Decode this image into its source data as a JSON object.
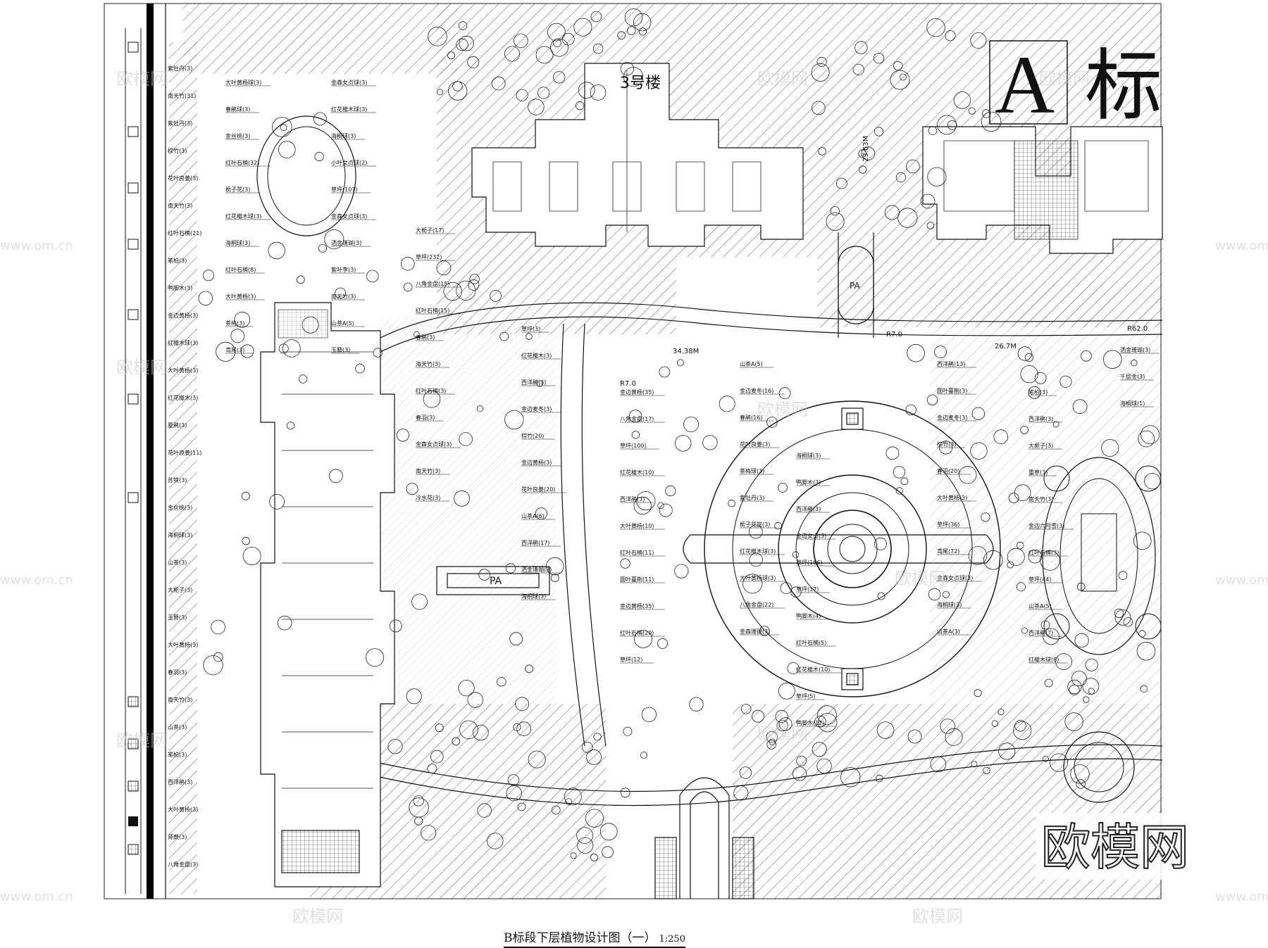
{
  "drawing": {
    "caption": "B标段下层植物设计图（一）",
    "scale": "1:250",
    "zone_letter": "A",
    "zone_char": "标",
    "building_label": "3号楼",
    "parking_label": "PA",
    "dims": [
      "23.63M",
      "34.38M",
      "26.7M",
      "R62.0",
      "R7.0",
      "R7.0"
    ]
  },
  "watermarks": {
    "small": "欧模网",
    "domain": "www.om.cn",
    "big": "欧模网"
  },
  "plant_labels": [
    "大叶黄杨球(3)",
    "春鹃球(3)",
    "金丝桃(3)",
    "红叶石楠(32)",
    "栀子花(3)",
    "红花檵木球(3)",
    "海桐球(3)",
    "红叶石楠(8)",
    "大叶黄杨(3)",
    "茶梅(3)",
    "鸢尾(3)",
    "金森女贞球(3)",
    "红花檵木球(3)",
    "海桐球(3)",
    "小叶女贞球(2)",
    "草坪(107)",
    "金森女贞球(3)",
    "洒金珊瑚(3)",
    "紫叶李(3)",
    "南天竹(3)",
    "山茶A(5)",
    "玉簪(3)",
    "大栀子(17)",
    "草坪(232)",
    "八角金盘(15)",
    "红叶石楠(15)",
    "春鹃(3)",
    "海天竹(3)",
    "红叶石楠(3)",
    "春羽(3)",
    "金森女贞球(3)",
    "南天竹(3)",
    "冷水花(3)",
    "草坪(3)",
    "红花檵木(3)",
    "西洋鹃(3)",
    "金边麦冬(3)",
    "棕竹(20)",
    "金边黄杨(3)",
    "花叶良姜(20)",
    "山茶A(6)",
    "西洋鹃(17)",
    "洒金珊瑚(3)",
    "海桐球(3)",
    "金边黄杨(35)",
    "八角金盘(17)",
    "草坪(100)",
    "红花檵木(10)",
    "西洋鹃(3)",
    "大叶黄杨(10)",
    "红叶石楠(11)",
    "圆叶蔓荆(11)",
    "金边黄杨(35)",
    "红叶石楠(20)",
    "草坪(12)",
    "山茶A(5)",
    "金边麦冬(16)",
    "春鹃(16)",
    "花叶良姜(3)",
    "茶梅球(3)",
    "紫牡丹(3)",
    "栀子花篮(3)",
    "红花檵木球(3)",
    "大叶黄杨球(3)",
    "八角金盘(22)",
    "金森珊瑚(3)",
    "海桐球(3)",
    "鸭脚木(3)",
    "西洋鹃(3)",
    "金边女贞(3)",
    "草坪(186)",
    "草坪(17)",
    "鸭脚木(4)",
    "红叶石楠(5)",
    "红花檵木(10)",
    "草坪(5)",
    "鸭脚木(12)",
    "西洋鹃(13)",
    "圆叶蔓荆(3)",
    "金边麦冬(3)",
    "棕竹(3)",
    "春羽(20)",
    "大叶黄杨(3)",
    "草坪(36)",
    "鸢尾(72)",
    "金森女贞球(3)",
    "海桐球(3)",
    "山茶A(3)",
    "笔柏(3)",
    "西洋鹃(3)",
    "大栀子(3)",
    "重草(3)",
    "南天竹(3)",
    "金边六月雪(3)",
    "红叶石楠(3)",
    "草坪(44)",
    "山茶A(5)",
    "西洋鹃(7)",
    "红檵木球(8)",
    "洒金珊瑚(3)",
    "千层金(3)",
    "海桐球(1)"
  ],
  "left_column_labels": [
    "紫牡丹(3)",
    "南天竹(31)",
    "紫牡丹(3)",
    "棕竹(3)",
    "花叶良姜(3)",
    "南天竹(3)",
    "红叶石楠(21)",
    "笔柏(3)",
    "鸭脚木(3)",
    "金边黄杨(3)",
    "红檵木球(3)",
    "大叶黄杨(3)",
    "红花檵木(3)",
    "夏鹃(3)",
    "花叶良姜(11)",
    "苏铁(3)",
    "金丝桃(3)",
    "海桐球(3)",
    "山茶(3)",
    "大栀子(3)",
    "玉簪(3)",
    "大叶黄杨(3)",
    "春羽(3)",
    "南天竹(3)",
    "山茶(3)",
    "笔柏(3)",
    "西洋鹃(3)",
    "大叶黄杨(3)",
    "肾蕨(3)",
    "八角金盘(3)"
  ]
}
